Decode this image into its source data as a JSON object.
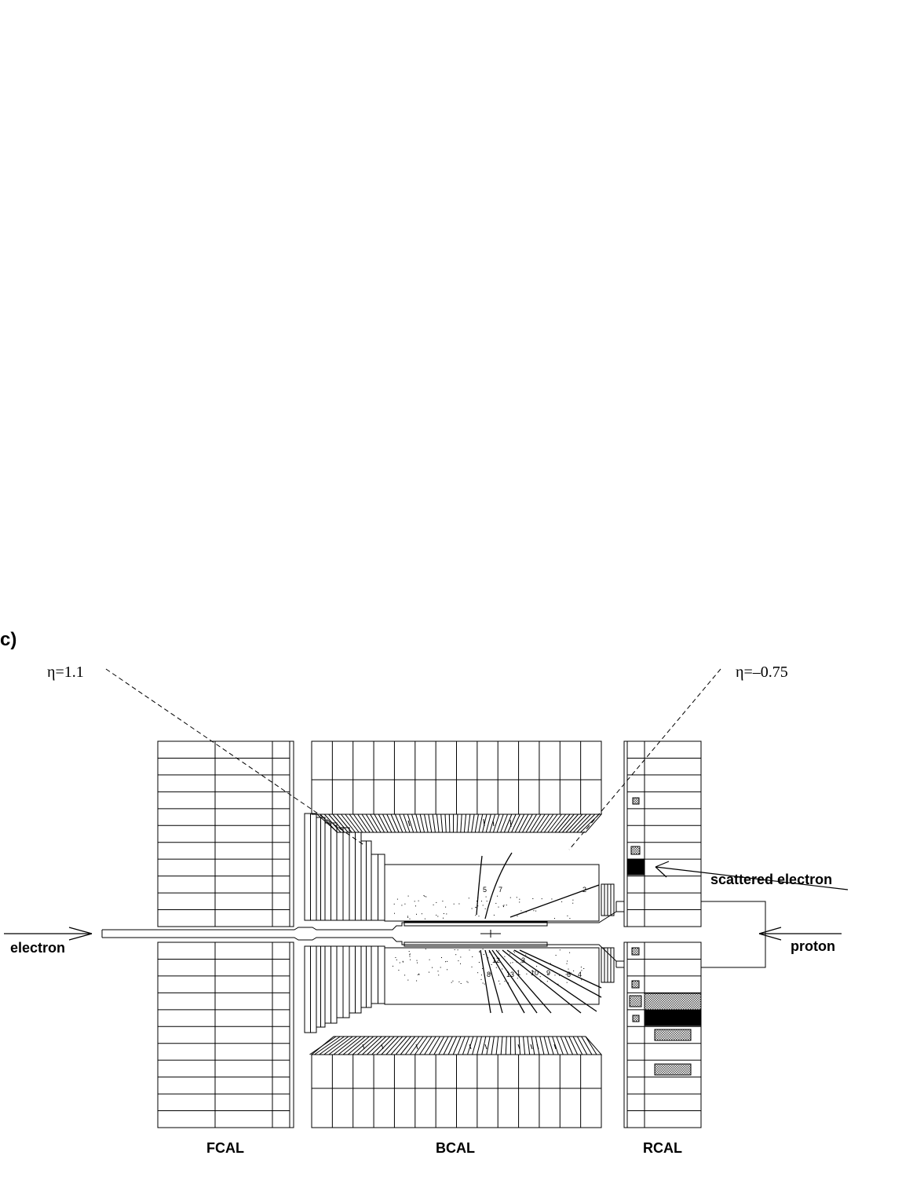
{
  "panel_label": "c)",
  "eta_forward": "η=1.1",
  "eta_rear": "η=–0.75",
  "scattered_electron_label": "scattered electron",
  "electron_label": "electron",
  "proton_label": "proton",
  "fcal_label": "FCAL",
  "bcal_label": "BCAL",
  "rcal_label": "RCAL",
  "track_numbers_upper": [
    "5",
    "7",
    "2"
  ],
  "track_numbers_lower": [
    "12",
    "3",
    "8",
    "13",
    "1",
    "10",
    "9",
    "6",
    "4"
  ],
  "colors": {
    "ink": "#000000",
    "hatch": "#888888",
    "background": "#ffffff"
  }
}
